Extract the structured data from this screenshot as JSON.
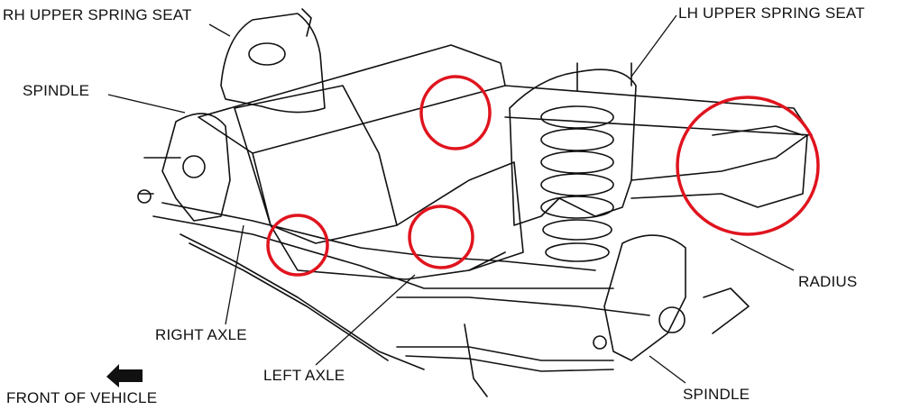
{
  "labels": {
    "rh_upper_spring_seat": "RH UPPER SPRING SEAT",
    "lh_upper_spring_seat": "LH UPPER SPRING SEAT",
    "spindle_left": "SPINDLE",
    "radius": "RADIUS",
    "right_axle": "RIGHT AXLE",
    "left_axle": "LEFT AXLE",
    "spindle_bottom": "SPINDLE",
    "front_of_vehicle": "FRONT OF VEHICLE"
  },
  "colors": {
    "highlight": "#e0141e",
    "line": "#111111"
  },
  "icons": {
    "front_arrow": "arrow-left-icon"
  }
}
